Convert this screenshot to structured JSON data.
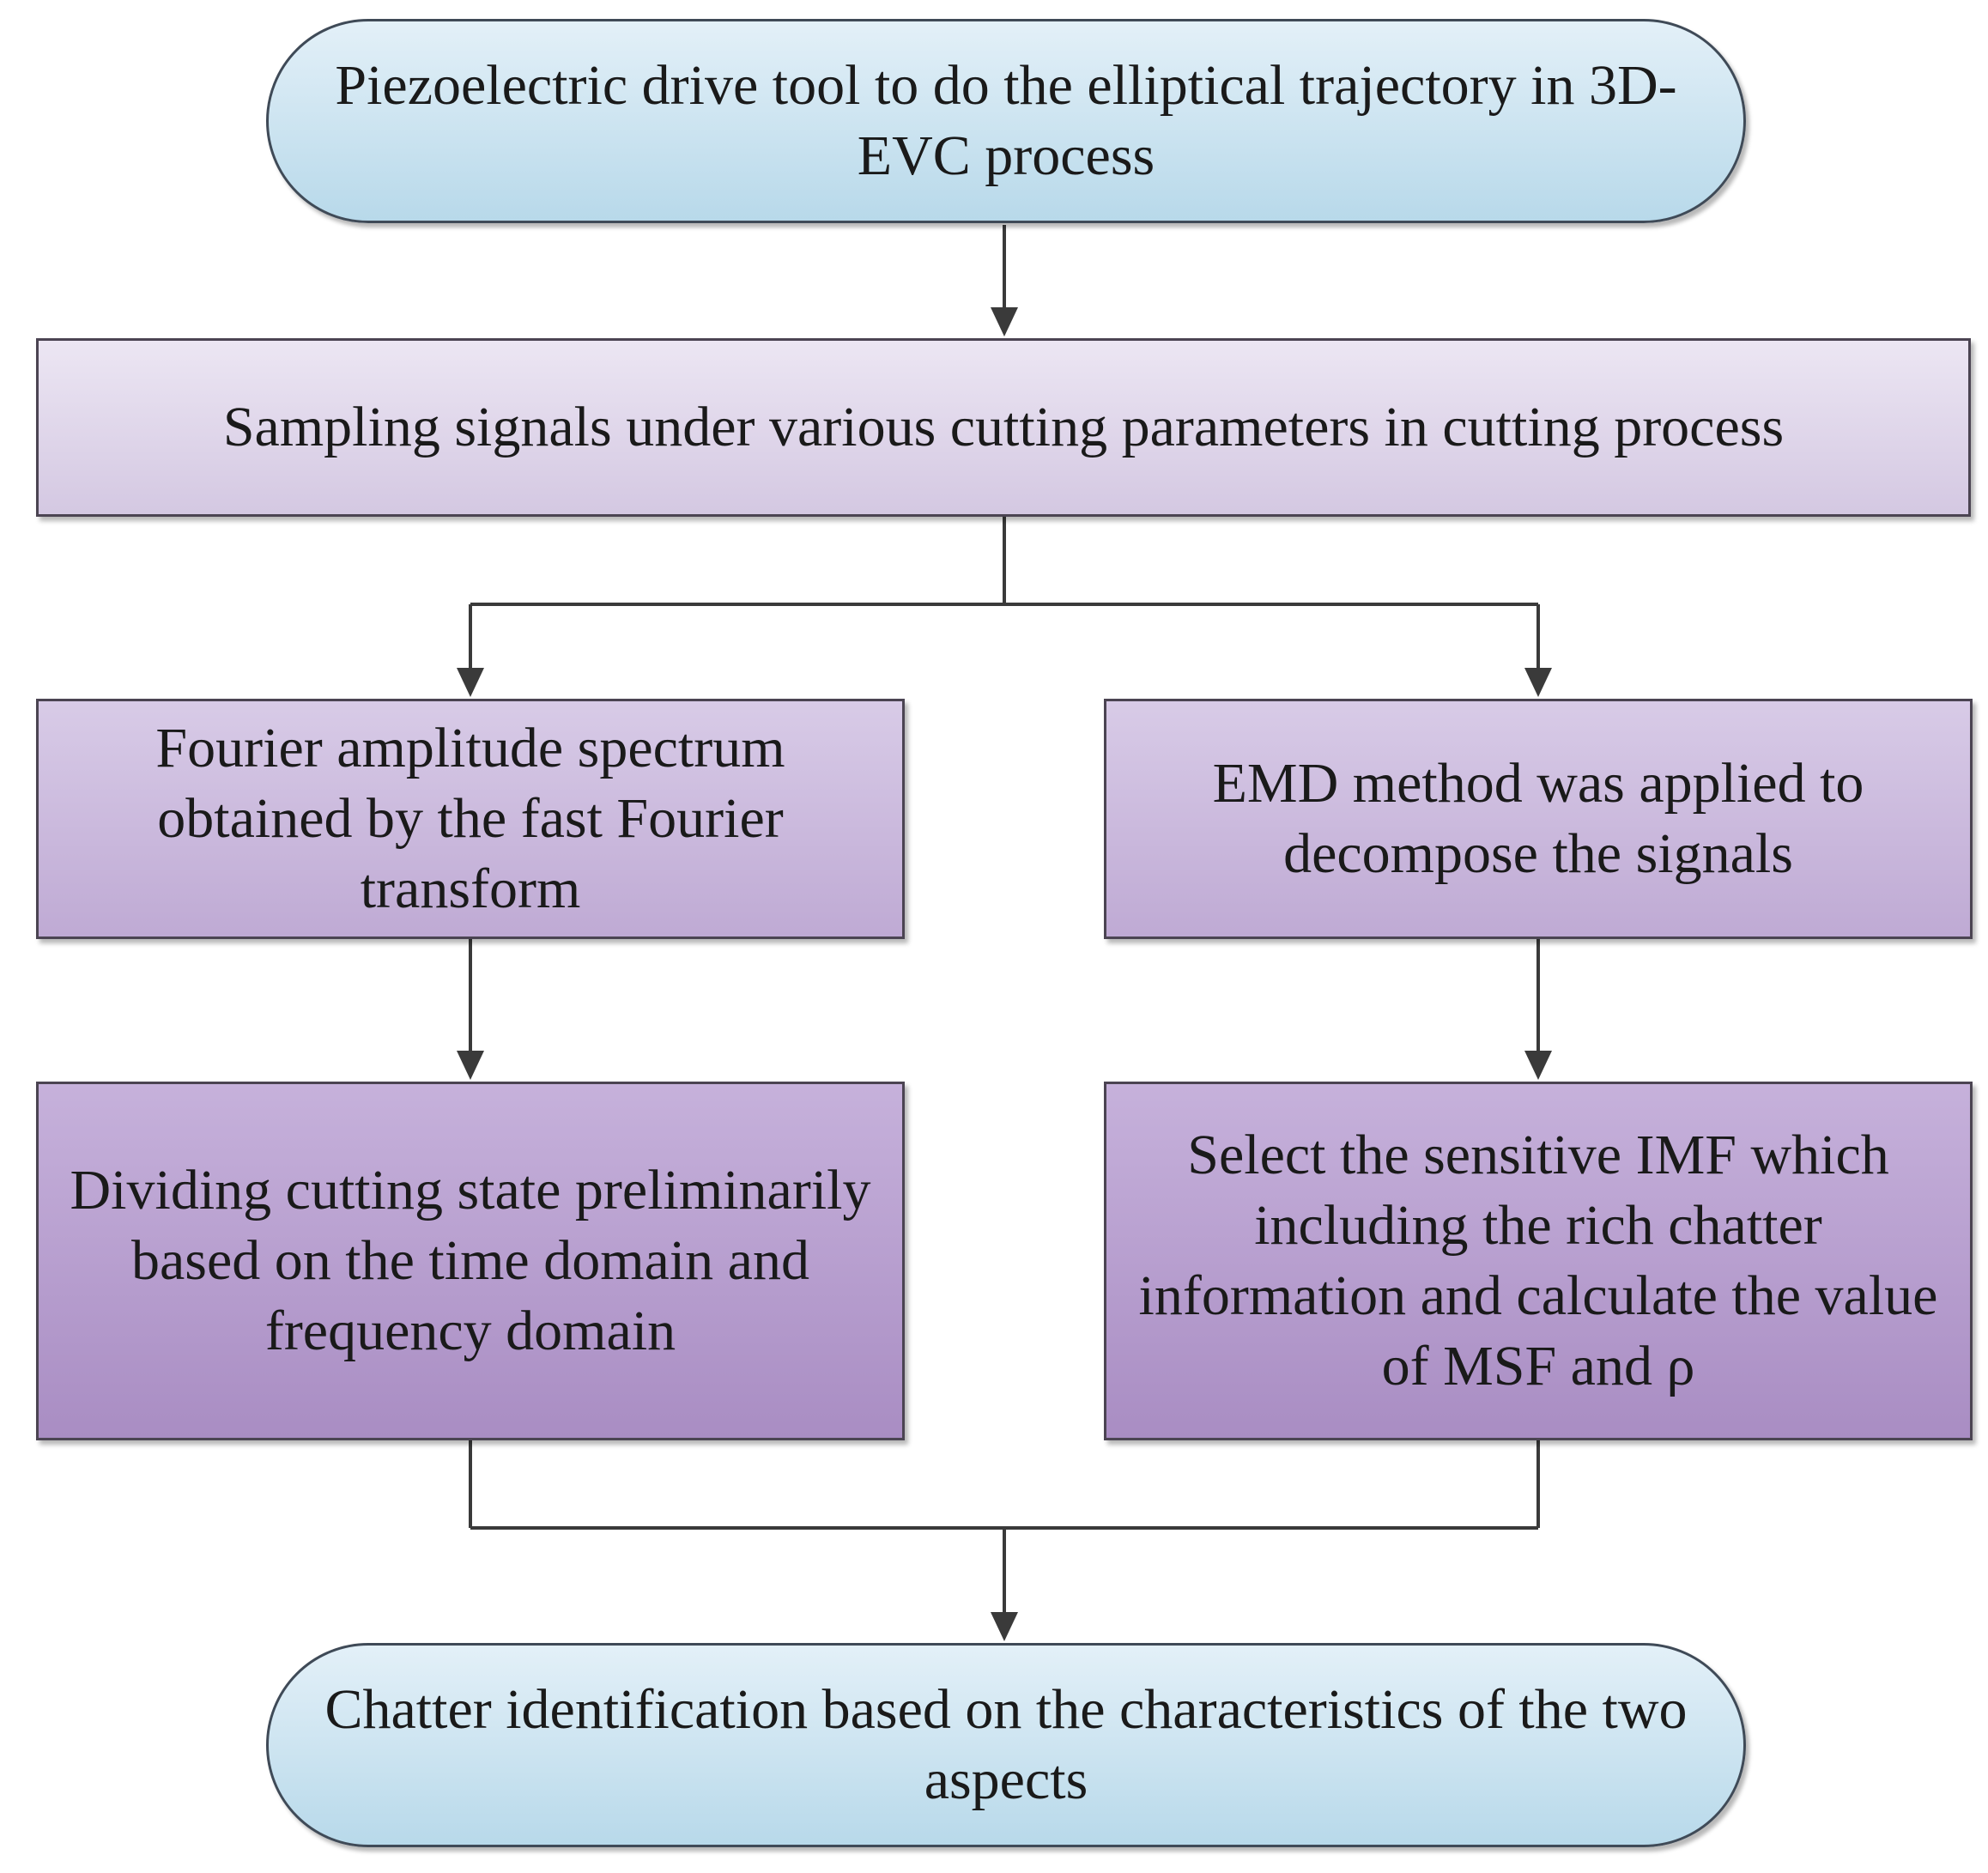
{
  "nodes": {
    "start": "Piezoelectric drive tool to do the elliptical trajectory in 3D-EVC process",
    "sampling": "Sampling signals under various cutting parameters in cutting process",
    "fourier": "Fourier amplitude spectrum obtained by the fast Fourier transform",
    "emd": "EMD method was applied to decompose the signals",
    "dividing": "Dividing cutting state preliminarily based on the time domain and frequency domain",
    "select_imf": "Select the sensitive IMF which including the rich chatter information and calculate the value of MSF and ρ",
    "end": "Chatter identification based on the characteristics of the two aspects"
  },
  "colors": {
    "terminal_fill_top": "#e3f0f8",
    "terminal_fill_bottom": "#b8d9ea",
    "process_light": "#ece6f3",
    "process_mid": "#d8cbe7",
    "process_dark": "#c6b1db",
    "line": "#3a3a3a"
  }
}
